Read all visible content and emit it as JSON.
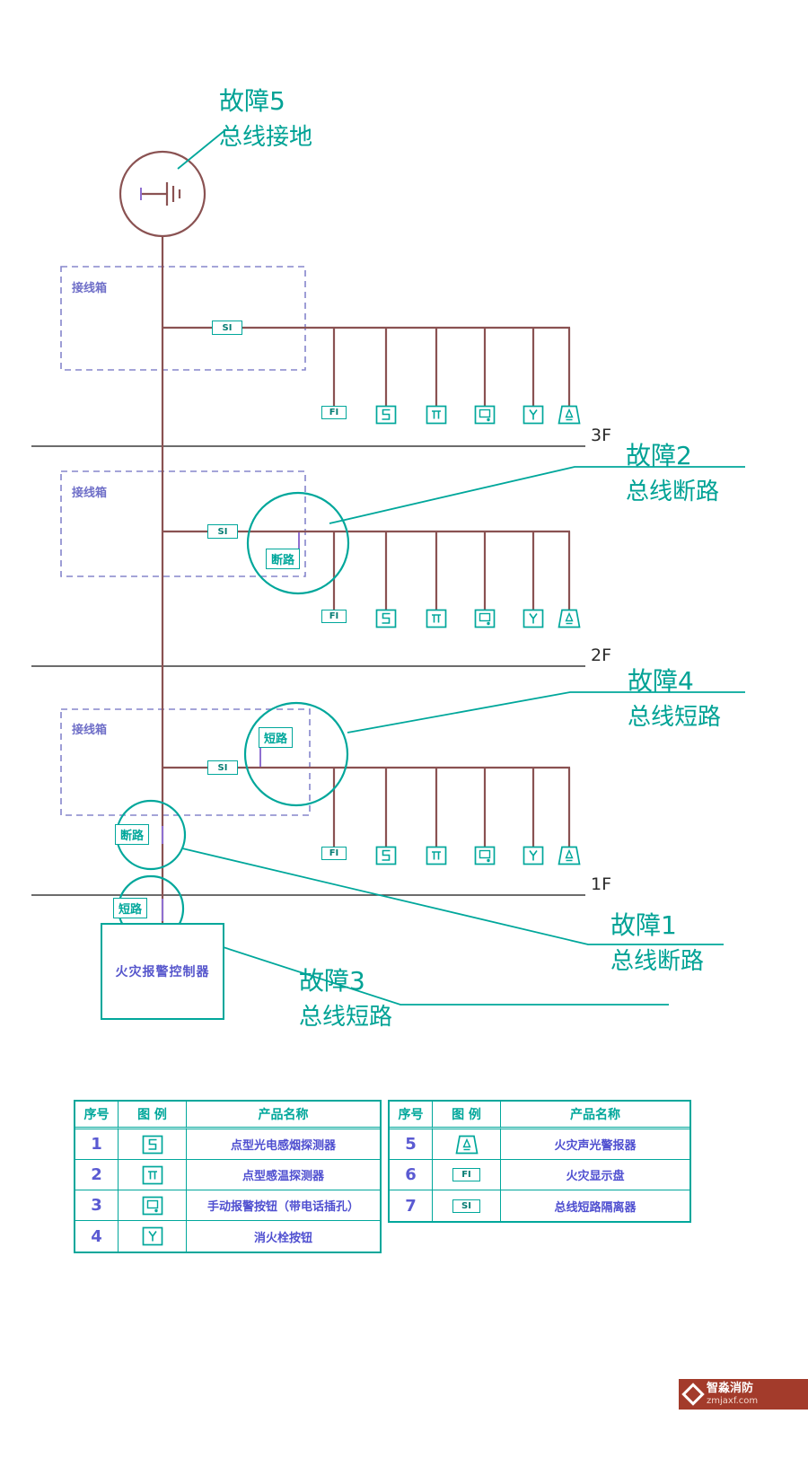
{
  "colors": {
    "teal_accent": "#00a79b",
    "bus_line": "#8a5252",
    "blue_label": "#5656cc",
    "junction_dash": "#8585cc",
    "floor_line": "#3c3c3c",
    "watermark_bg": "#a33b2b"
  },
  "faults": {
    "f5": {
      "title": "故障5",
      "subtitle": "总线接地"
    },
    "f2": {
      "title": "故障2",
      "subtitle": "总线断路"
    },
    "f4": {
      "title": "故障4",
      "subtitle": "总线短路"
    },
    "f1": {
      "title": "故障1",
      "subtitle": "总线断路"
    },
    "f3": {
      "title": "故障3",
      "subtitle": "总线短路"
    }
  },
  "labels": {
    "junction_box": "接线箱",
    "controller": "火灾报警控制器",
    "si": "SI",
    "fi": "FI",
    "open_circuit": "断路",
    "short_circuit": "短路"
  },
  "floors": {
    "f3": "3F",
    "f2": "2F",
    "f1": "1F"
  },
  "legend": {
    "headers": {
      "no": "序号",
      "symbol": "图 例",
      "name": "产品名称"
    },
    "left": [
      {
        "no": "1",
        "icon": "smoke-detector",
        "name": "点型光电感烟探测器"
      },
      {
        "no": "2",
        "icon": "heat-detector",
        "name": "点型感温探测器"
      },
      {
        "no": "3",
        "icon": "manual-call-point",
        "name": "手动报警按钮（带电话插孔）"
      },
      {
        "no": "4",
        "icon": "hydrant-button",
        "name": "消火栓按钮"
      }
    ],
    "right": [
      {
        "no": "5",
        "icon": "sounder-strobe",
        "name": "火灾声光警报器"
      },
      {
        "no": "6",
        "icon": "fire-display-panel",
        "name": "火灾显示盘"
      },
      {
        "no": "7",
        "icon": "short-circuit-isolator",
        "name": "总线短路隔离器"
      }
    ]
  },
  "watermark": {
    "name": "智淼消防",
    "site": "zmjaxf.com"
  }
}
